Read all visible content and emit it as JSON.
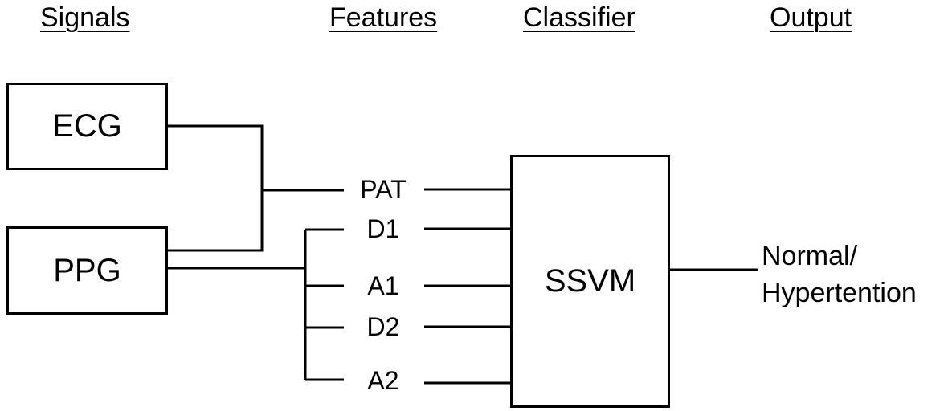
{
  "headings": {
    "signals": "Signals",
    "features": "Features",
    "classifier": "Classifier",
    "output": "Output"
  },
  "signals": {
    "ecg": "ECG",
    "ppg": "PPG"
  },
  "features": [
    "PAT",
    "D1",
    "A1",
    "D2",
    "A2"
  ],
  "classifier": {
    "label": "SSVM"
  },
  "output": {
    "line1": "Normal/",
    "line2": "Hypertention"
  }
}
